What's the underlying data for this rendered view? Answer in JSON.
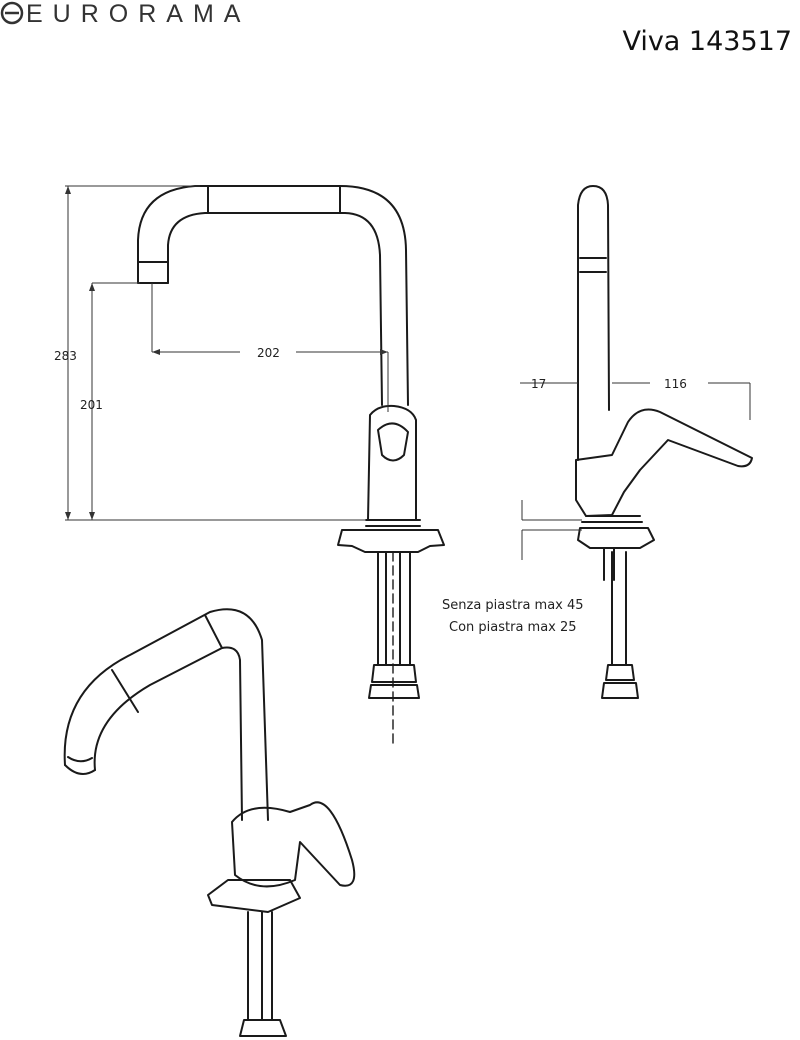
{
  "header": {
    "brand": "EURORAMA",
    "brand_icon": "eurorama-logo-icon",
    "product": "Viva 143517"
  },
  "dimensions": {
    "total_height": "283",
    "spout_height": "201",
    "spout_reach": "202",
    "side_offset": "17",
    "lever_reach": "116"
  },
  "notes": {
    "without_plate": "Senza piastra max 45",
    "with_plate": "Con piastra max 25"
  },
  "colors": {
    "line": "#1a1a1a",
    "dimension_line": "#333333",
    "background": "#ffffff"
  }
}
